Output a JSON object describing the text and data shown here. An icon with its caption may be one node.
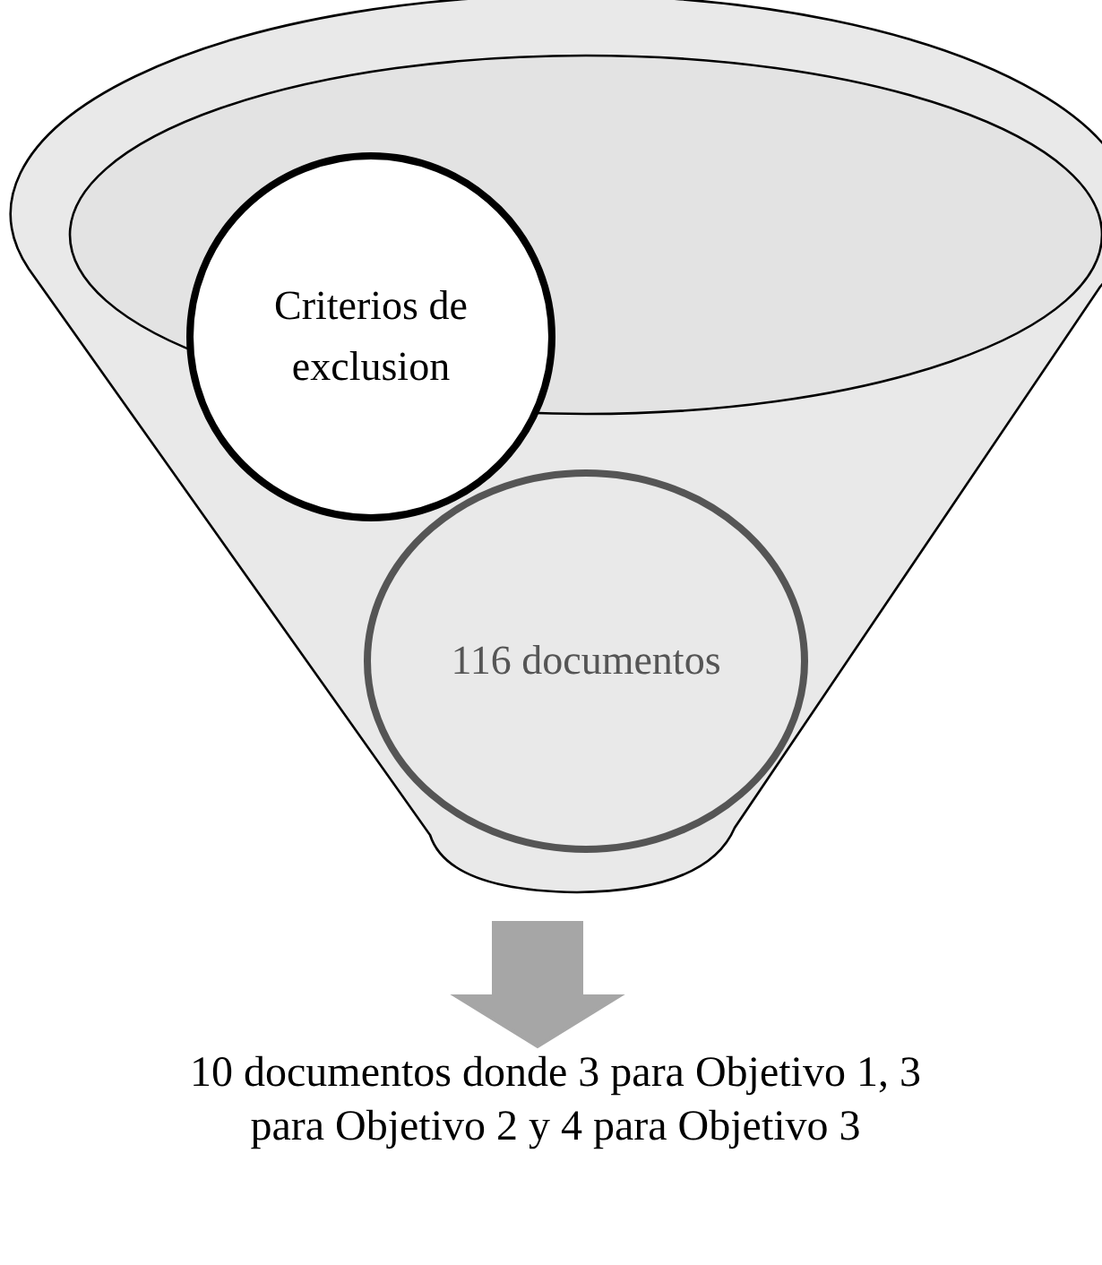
{
  "diagram": {
    "nodes": [
      {
        "text": [],
        "shape": "funnel"
      },
      {
        "text": [
          "Criterios de exclusion"
        ],
        "in": 0
      },
      {
        "text": [
          "116 documentos"
        ],
        "in": 0
      },
      {
        "text": [
          "10 documentos donde 3 para Objetivo 1, 3 para Objetivo 2 y 4 para Objetivo 3"
        ]
      }
    ],
    "edges": [
      {
        "from": 0,
        "to": 3,
        "arrow": "to",
        "style": "thick",
        "color": "#a6a6a6"
      }
    ]
  }
}
